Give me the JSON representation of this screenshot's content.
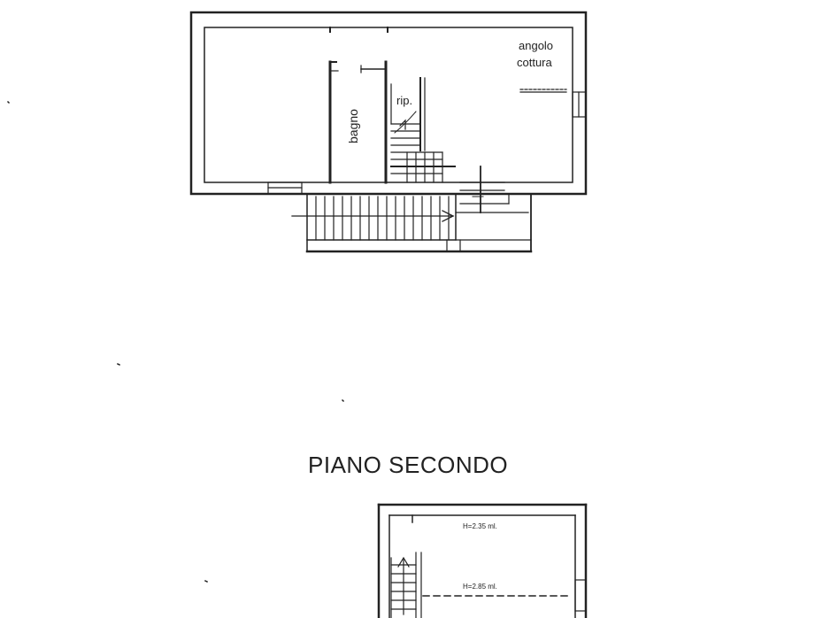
{
  "upper_plan": {
    "rooms": {
      "angolo_cottura": [
        "angolo",
        "cottura"
      ],
      "bagno": "bagno",
      "ripostiglio": "rip."
    }
  },
  "section_title": "PIANO SECONDO",
  "lower_plan": {
    "height_labels": [
      "H=2.35 ml.",
      "H=2.85 ml."
    ]
  },
  "colors": {
    "ink": "#222222",
    "paper": "#ffffff"
  }
}
